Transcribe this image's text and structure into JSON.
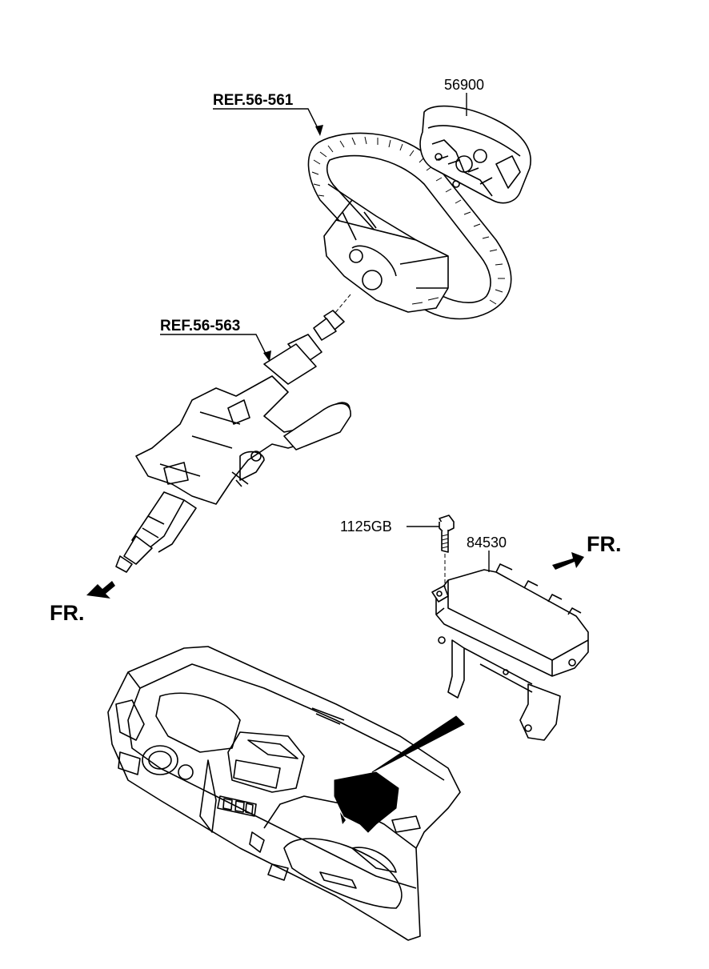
{
  "labels": {
    "steering_wheel_ref": "REF.56-561",
    "driver_airbag": "56900",
    "steering_column_ref": "REF.56-563",
    "bolt": "1125GB",
    "passenger_airbag": "84530",
    "front_left": "FR.",
    "front_right": "FR."
  }
}
